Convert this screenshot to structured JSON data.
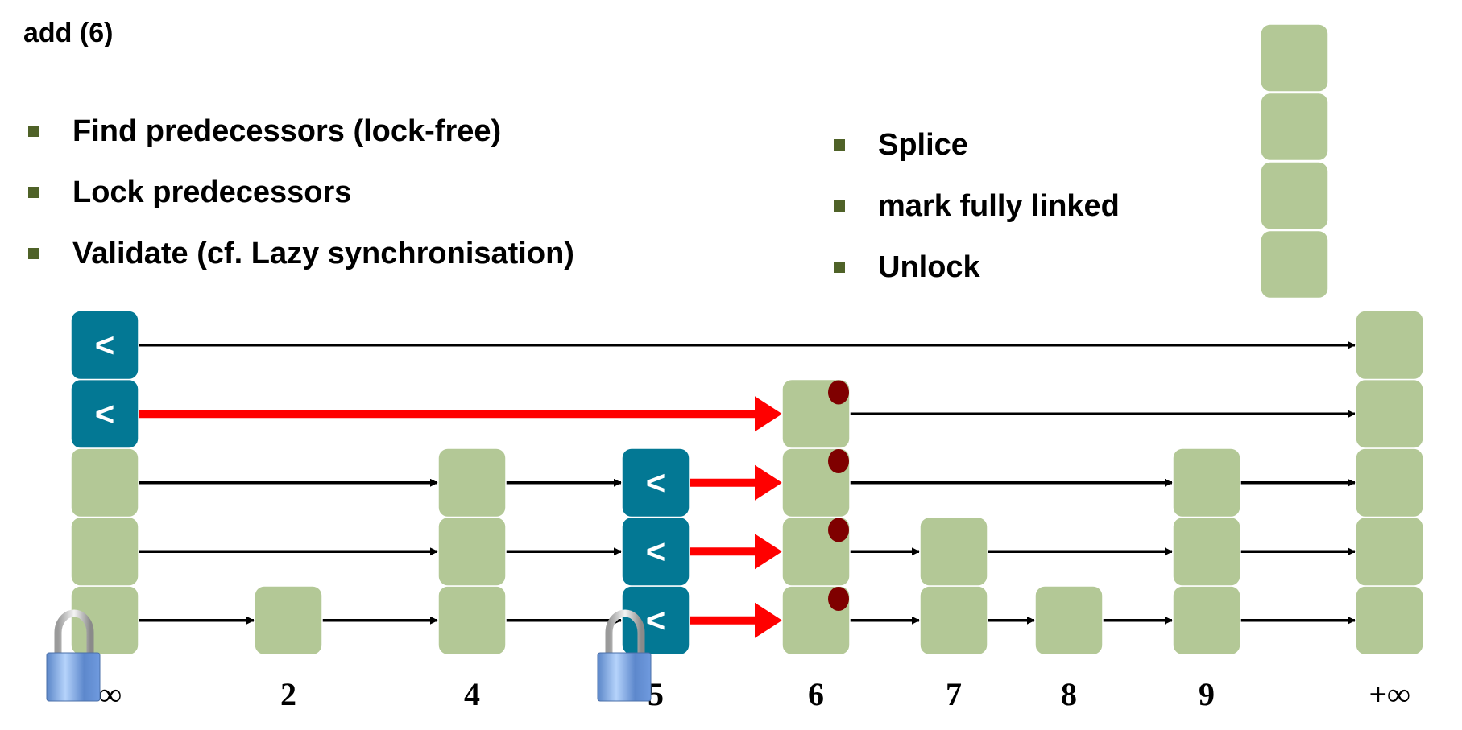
{
  "title": "add (6)",
  "left_bullets": [
    "Find predecessors (lock-free)",
    "Lock predecessors",
    "Validate (cf. Lazy synchronisation)"
  ],
  "right_bullets": [
    "Splice",
    "mark fully linked",
    "Unlock"
  ],
  "colors": {
    "node": "#b3c896",
    "locked_node": "#037894",
    "edge": "#000000",
    "new_edge": "#ff0000",
    "marked_dot": "#7f0000",
    "bullet": "#4f6228"
  },
  "new_node_tower_levels": 4,
  "skiplist": {
    "max_level": 5,
    "nodes": [
      {
        "key": "-∞",
        "levels": 5,
        "locked_levels": [
          4,
          5
        ],
        "lock_icon": true
      },
      {
        "key": "2",
        "levels": 1
      },
      {
        "key": "4",
        "levels": 3
      },
      {
        "key": "5",
        "levels": 3,
        "locked_levels": [
          1,
          2,
          3
        ],
        "lock_icon": true
      },
      {
        "key": "6",
        "levels": 4,
        "inserted": true,
        "marked_levels": [
          1,
          2,
          3,
          4
        ]
      },
      {
        "key": "7",
        "levels": 2
      },
      {
        "key": "8",
        "levels": 1
      },
      {
        "key": "9",
        "levels": 3
      },
      {
        "key": "+∞",
        "levels": 5
      }
    ],
    "lock_symbol": "<",
    "icons": [
      "padlock-icon"
    ]
  }
}
